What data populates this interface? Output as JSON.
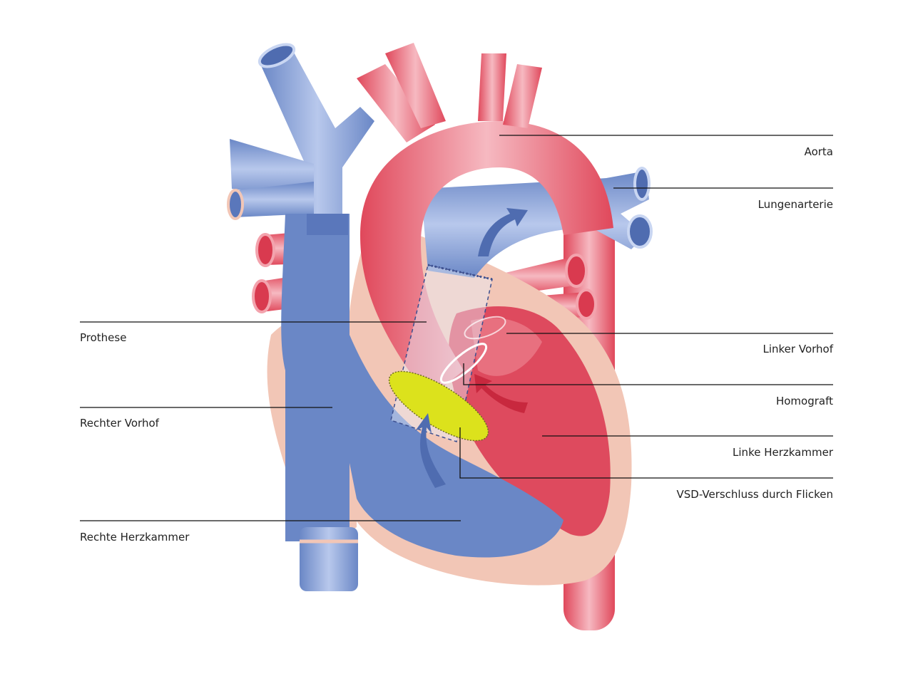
{
  "labels": {
    "aorta": "Aorta",
    "lungenarterie": "Lungenarterie",
    "linker_vorhof": "Linker Vorhof",
    "homograft": "Homograft",
    "linke_herzkammer": "Linke Herzkammer",
    "vsd": "VSD-Verschluss durch Flicken",
    "prothese": "Prothese",
    "rechter_vorhof": "Rechter Vorhof",
    "rechte_herzkammer": "Rechte Herzkammer"
  },
  "colors": {
    "arterial_red": "#e04a5c",
    "arterial_light": "#f3a3ad",
    "venous_blue": "#6a87c6",
    "venous_light": "#a9bce6",
    "tissue": "#f2c6b6",
    "patch_yellow": "#dce21c",
    "line": "#111111"
  }
}
